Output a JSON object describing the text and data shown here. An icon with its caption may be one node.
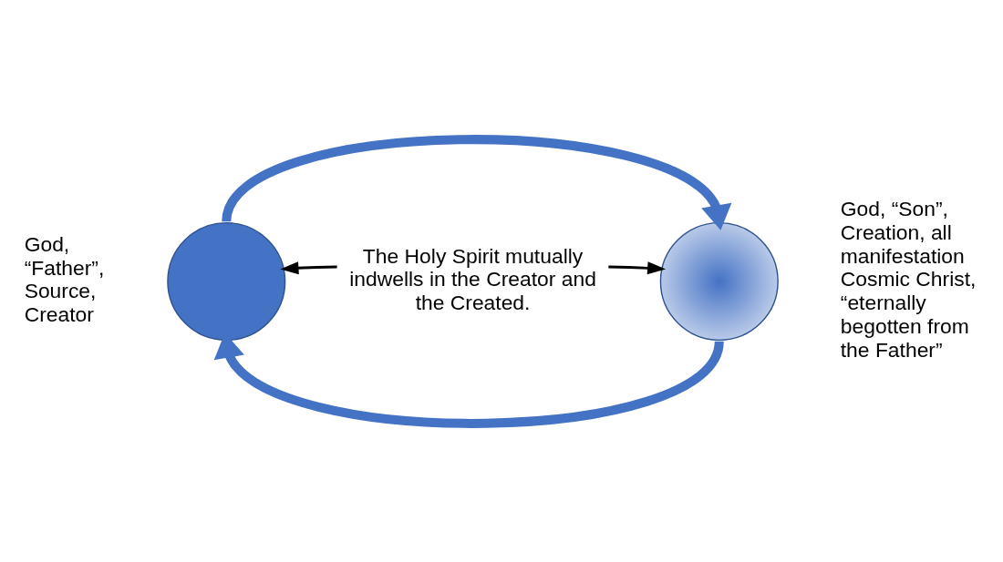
{
  "diagram": {
    "nodes": [
      {
        "text": [],
        "shape": "circle",
        "beside": [
          "God, “Father”, Source, Creator"
        ]
      },
      {
        "text": [],
        "shape": "circle",
        "beside": [
          "God, “Son”, Creation, all manifestation Cosmic Christ, “eternally begotten from the Father”"
        ]
      },
      {
        "text": [
          "The Holy Spirit mutually indwells in the Creator and the Created."
        ]
      }
    ],
    "edges": [
      {
        "from": 0,
        "to": 1,
        "arrow": "to",
        "style": "thick",
        "color": "#4472c4"
      },
      {
        "from": 1,
        "to": 0,
        "arrow": "to",
        "style": "thick",
        "color": "#4472c4"
      },
      {
        "from": 2,
        "to": 0,
        "arrow": "to",
        "color": "#000000"
      },
      {
        "from": 2,
        "to": 1,
        "arrow": "to",
        "color": "#000000"
      }
    ]
  }
}
